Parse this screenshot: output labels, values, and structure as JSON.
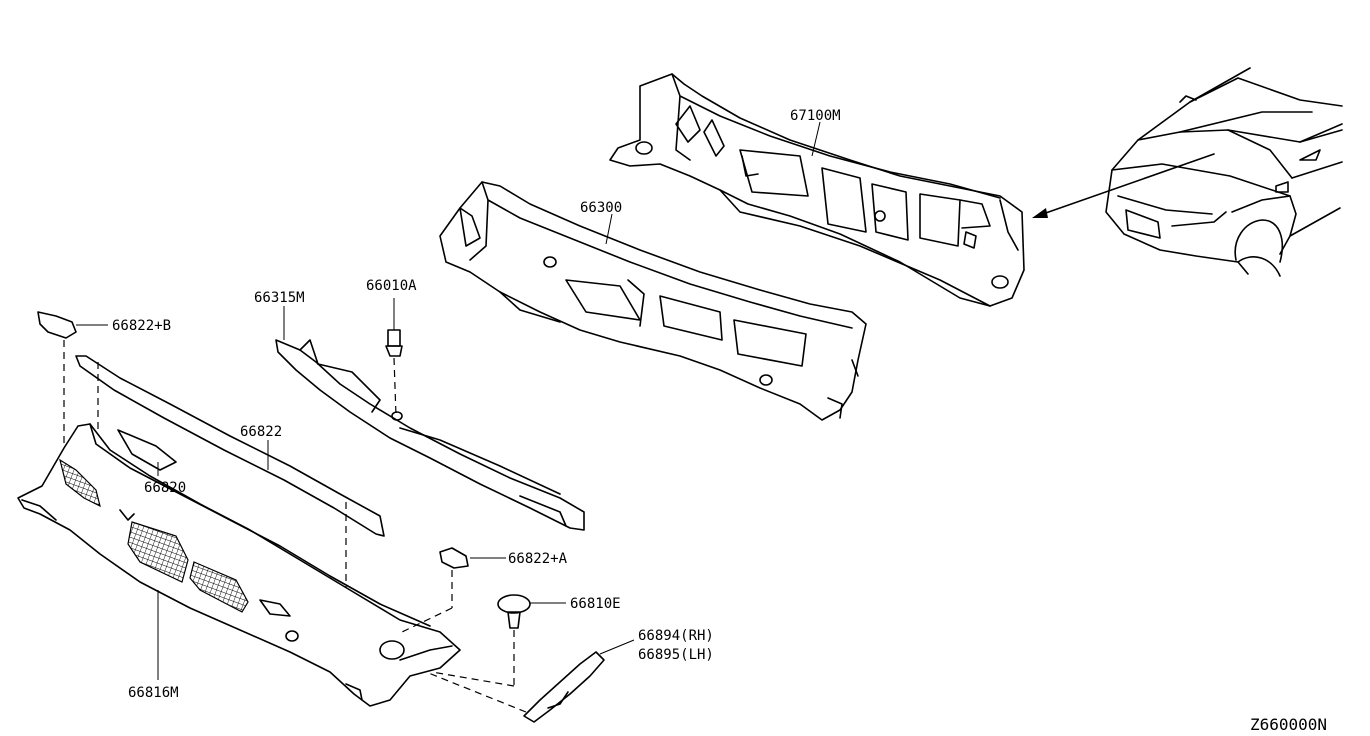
{
  "labels": {
    "p67100M": "67100M",
    "p66300": "66300",
    "p66010A": "66010A",
    "p66315M": "66315M",
    "p66822B": "66822+B",
    "p66822": "66822",
    "p66820": "66820",
    "p66822A": "66822+A",
    "p66810E": "66810E",
    "p66894": "66894(RH)",
    "p66895": "66895(LH)",
    "p66816M": "66816M"
  },
  "diagram_id": "Z660000N"
}
